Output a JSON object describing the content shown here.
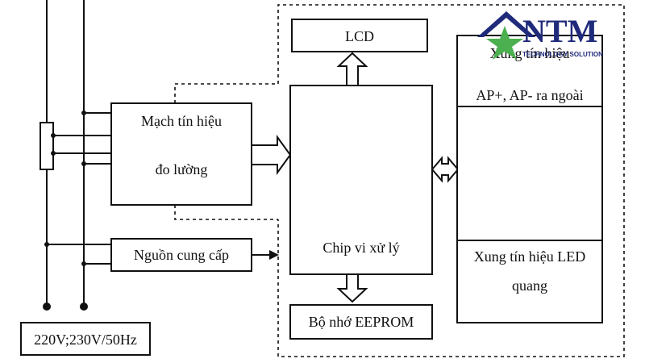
{
  "diagram": {
    "boxes": {
      "lcd": "LCD",
      "measure_line1": "Mạch tín hiệu",
      "measure_line2": "đo lường",
      "power": "Nguồn cung cấp",
      "cpu": "Chip vi xử lý",
      "eeprom": "Bộ nhớ EEPROM",
      "pulse_out_line1": "Xung tín hiệu",
      "pulse_out_line2": "AP+, AP- ra ngoài",
      "pulse_led_line1": "Xung tín hiệu LED",
      "pulse_led_line2": "quang",
      "supply": "220V;230V/50Hz"
    }
  },
  "logo": {
    "name": "NTM",
    "tagline": "TECHNOLOGY SOLUTION",
    "colors": {
      "text": "#1f2a7a",
      "star": "#4caf50"
    }
  }
}
